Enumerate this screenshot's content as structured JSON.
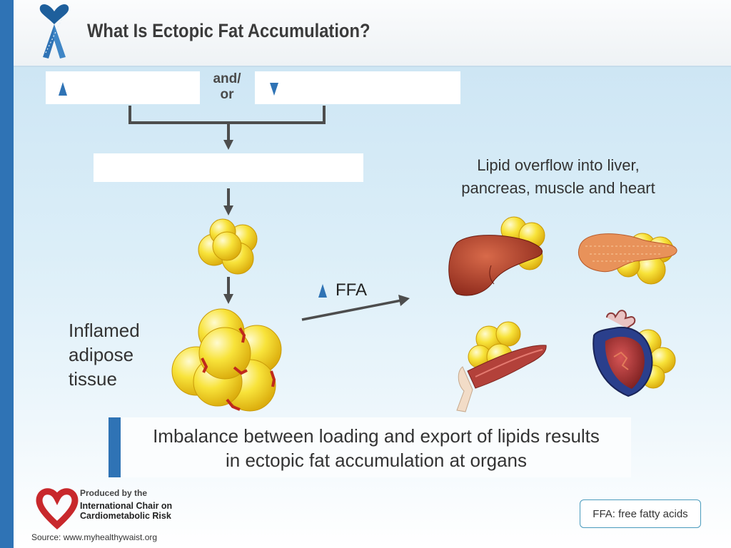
{
  "header": {
    "title": "What Is Ectopic Fat Accumulation?"
  },
  "diagram": {
    "connector": {
      "line1": "and/",
      "line2": "or"
    },
    "overflow_label": {
      "line1": "Lipid overflow into liver,",
      "line2": "pancreas, muscle and heart"
    },
    "ffa_arrow_label": "FFA",
    "inflamed_label": {
      "line1": "Inflamed",
      "line2": "adipose",
      "line3": "tissue"
    }
  },
  "conclusion": {
    "line1": "Imbalance between loading and export of lipids results",
    "line2": "in ectopic fat accumulation at organs"
  },
  "footer": {
    "produced_by": "Produced by the",
    "org_line1": "International Chair on",
    "org_line2": "Cardiometabolic Risk",
    "source": "Source: www.myhealthywaist.org",
    "ffa_note": "FFA: free fatty acids"
  },
  "colors": {
    "accent_blue": "#2f73b5",
    "fat_yellow": "#f3d21a",
    "arrow_gray": "#4d4d4d",
    "logo_red": "#c8282c"
  }
}
